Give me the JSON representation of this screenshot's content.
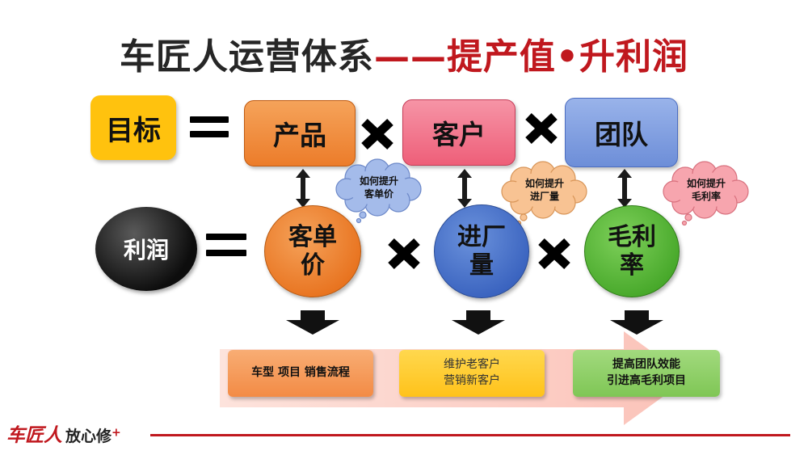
{
  "title": {
    "part1": "车匠人运营体系",
    "dash": "——",
    "part2": "提产值•升利润"
  },
  "row1": {
    "label": "目标",
    "items": [
      "产品",
      "客户",
      "团队"
    ],
    "colors": {
      "label": "#ffc20e",
      "product": "#f08a34",
      "customer": "#f27589",
      "team": "#7c9be0"
    }
  },
  "row2": {
    "label": "利润",
    "items": [
      {
        "line1": "客单",
        "line2": "价"
      },
      {
        "line1": "进厂",
        "line2": "量"
      },
      {
        "line1": "毛利",
        "line2": "率"
      }
    ],
    "colors": {
      "label": "#111111",
      "ticket": "#ef7f2d",
      "visits": "#4674cc",
      "margin": "#57b736"
    }
  },
  "clouds": [
    {
      "line1": "如何提升",
      "line2": "客单价",
      "color": "#9fb6e8"
    },
    {
      "line1": "如何提升",
      "line2": "进厂量",
      "color": "#f7c190"
    },
    {
      "line1": "如何提升",
      "line2": "毛利率",
      "color": "#f6a0aa"
    }
  ],
  "strategies": [
    {
      "line1": "车型 项目 销售流程",
      "line2": "",
      "color": "#f69a5a"
    },
    {
      "line1": "维护老客户",
      "line2": "营销新客户",
      "color": "#ffcc2e"
    },
    {
      "line1": "提高团队效能",
      "line2": "引进高毛利项目",
      "color": "#8fd06a"
    }
  ],
  "footer": {
    "brand": "车匠人",
    "slogan": "放心修",
    "plus": "+",
    "line_color": "#c0181e"
  }
}
